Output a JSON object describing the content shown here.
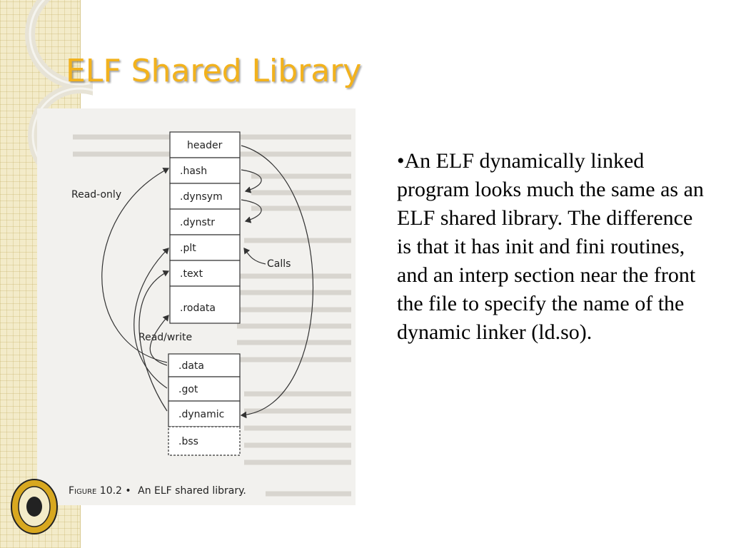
{
  "slide": {
    "title": "ELF Shared Library",
    "body": "•An ELF dynamically linked program looks much the same as an ELF shared library. The difference is that it has init and fini routines, and an interp section near the front the file to specify the name of the dynamic linker (ld.so)."
  },
  "figure": {
    "sections": [
      ".hash",
      ".dynsym",
      ".dynstr",
      ".plt",
      ".text",
      ".rodata"
    ],
    "header_label": "header",
    "rw_sections": [
      ".data",
      ".got",
      ".dynamic"
    ],
    "bss_label": ".bss",
    "readonly_label": "Read-only",
    "readwrite_label": "Read/write",
    "calls_label": "Calls",
    "caption_prefix": "Figure 10.2 •",
    "caption_text": "An ELF shared library."
  },
  "colors": {
    "title": "#f2b21d",
    "sidebar": "#f3ebc9",
    "figure_bg": "#f2f1ee"
  }
}
